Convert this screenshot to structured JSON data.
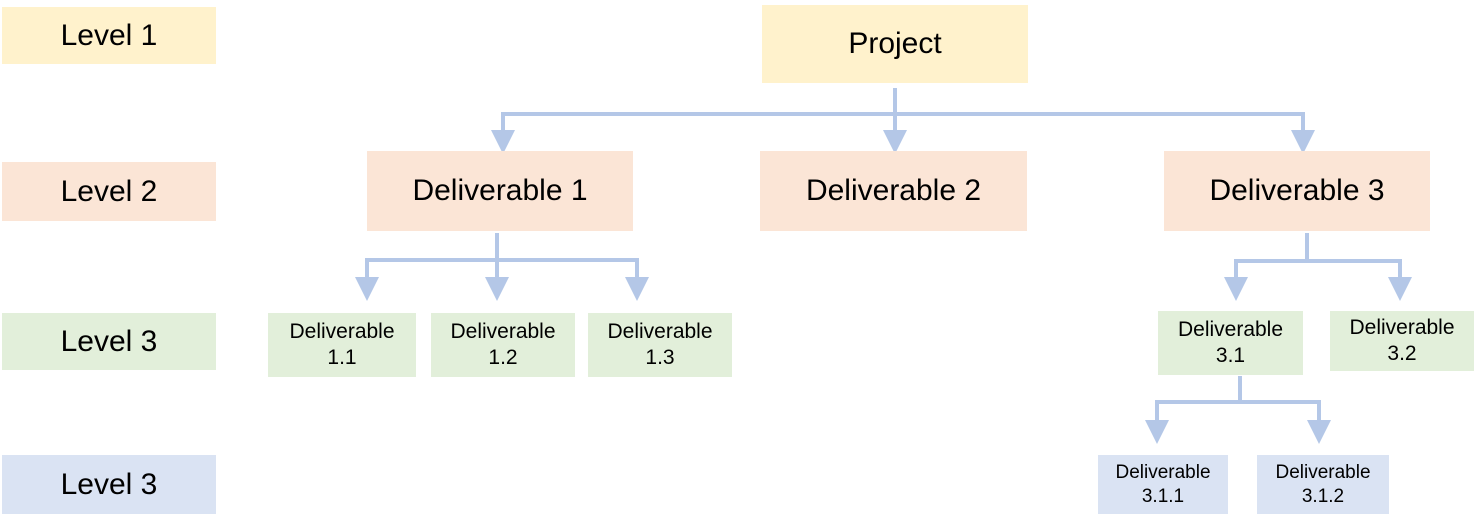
{
  "colors": {
    "level1": "#fff2cc",
    "level2": "#fbe5d6",
    "level3": "#e2efda",
    "level4": "#dae3f3",
    "connector": "#b4c7e7"
  },
  "levels": [
    "Level 1",
    "Level 2",
    "Level 3",
    "Level 3"
  ],
  "nodes": {
    "project": "Project",
    "d1": "Deliverable 1",
    "d2": "Deliverable 2",
    "d3": "Deliverable 3",
    "d1_1": "Deliverable\n1.1",
    "d1_2": "Deliverable\n1.2",
    "d1_3": "Deliverable\n1.3",
    "d3_1": "Deliverable\n3.1",
    "d3_2": "Deliverable\n3.2",
    "d3_1_1": "Deliverable\n3.1.1",
    "d3_1_2": "Deliverable\n3.1.2"
  }
}
